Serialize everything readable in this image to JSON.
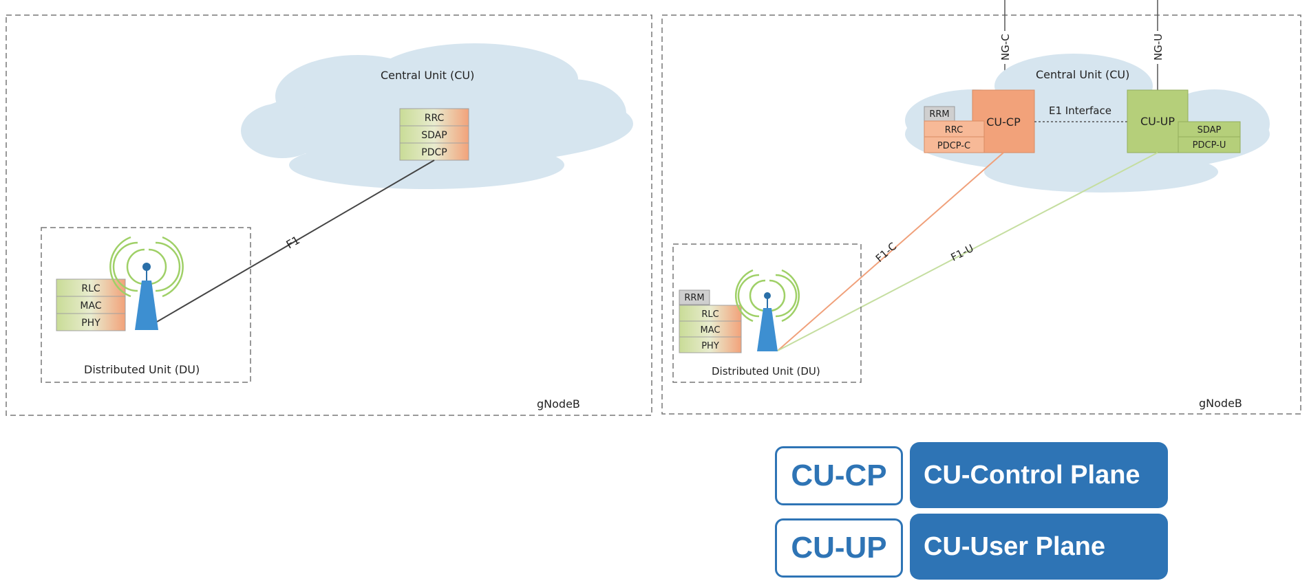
{
  "left_panel": {
    "gnodeb_label": "gNodeB",
    "cu_label": "Central Unit (CU)",
    "cu_stack": [
      "RRC",
      "SDAP",
      "PDCP"
    ],
    "du_label": "Distributed Unit (DU)",
    "du_stack": [
      "RLC",
      "MAC",
      "PHY"
    ],
    "link_label": "F1"
  },
  "right_panel": {
    "gnodeb_label": "gNodeB",
    "cu_label": "Central Unit (CU)",
    "ng_c_label": "NG-C",
    "ng_u_label": "NG-U",
    "cu_cp_label": "CU-CP",
    "cu_cp_stack": [
      "RRM",
      "RRC",
      "PDCP-C"
    ],
    "cu_up_label": "CU-UP",
    "cu_up_stack": [
      "SDAP",
      "PDCP-U"
    ],
    "e1_label": "E1 Interface",
    "f1c_label": "F1-C",
    "f1u_label": "F1-U",
    "du_label": "Distributed Unit (DU)",
    "du_stack": [
      "RRM",
      "RLC",
      "MAC",
      "PHY"
    ]
  },
  "legend": [
    {
      "abbr": "CU-CP",
      "full": "CU-Control Plane"
    },
    {
      "abbr": "CU-UP",
      "full": "CU-User Plane"
    }
  ],
  "colors": {
    "orange": "#f2a27a",
    "green": "#b5cf7a",
    "cloud": "#d6e5ef",
    "tower": "#3d8fd1",
    "legend_blue": "#2e74b5"
  }
}
